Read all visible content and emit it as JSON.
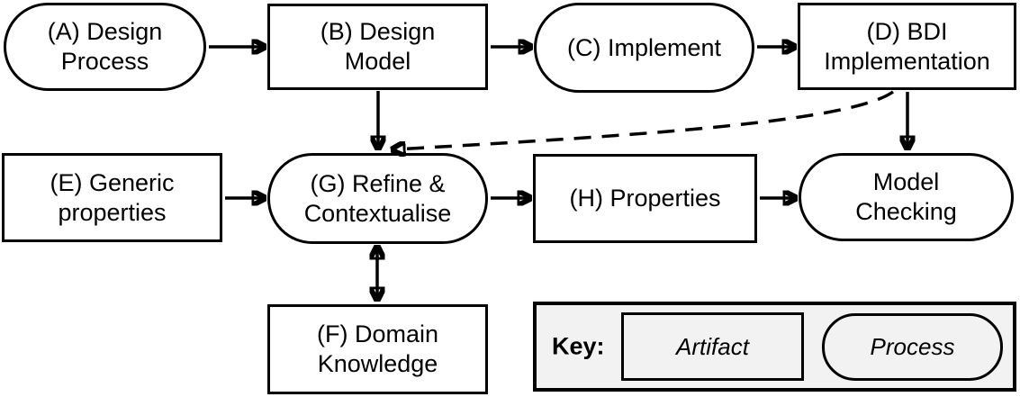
{
  "palette": {
    "stroke": "#000000",
    "background": "#ffffff",
    "key_fill": "#f2f2f2"
  },
  "nodes": {
    "a": {
      "line1": "(A) Design",
      "line2": "Process"
    },
    "b": {
      "line1": "(B) Design",
      "line2": "Model"
    },
    "c": {
      "line1": "(C) Implement"
    },
    "d": {
      "line1": "(D) BDI",
      "line2": "Implementation"
    },
    "e": {
      "line1": "(E) Generic",
      "line2": "properties"
    },
    "g": {
      "line1": "(G) Refine &",
      "line2": "Contextualise"
    },
    "h": {
      "line1": "(H) Properties"
    },
    "mc": {
      "line1": "Model",
      "line2": "Checking"
    },
    "f": {
      "line1": "(F) Domain",
      "line2": "Knowledge"
    }
  },
  "key": {
    "label": "Key:",
    "artifact_label": "Artifact",
    "process_label": "Process"
  }
}
